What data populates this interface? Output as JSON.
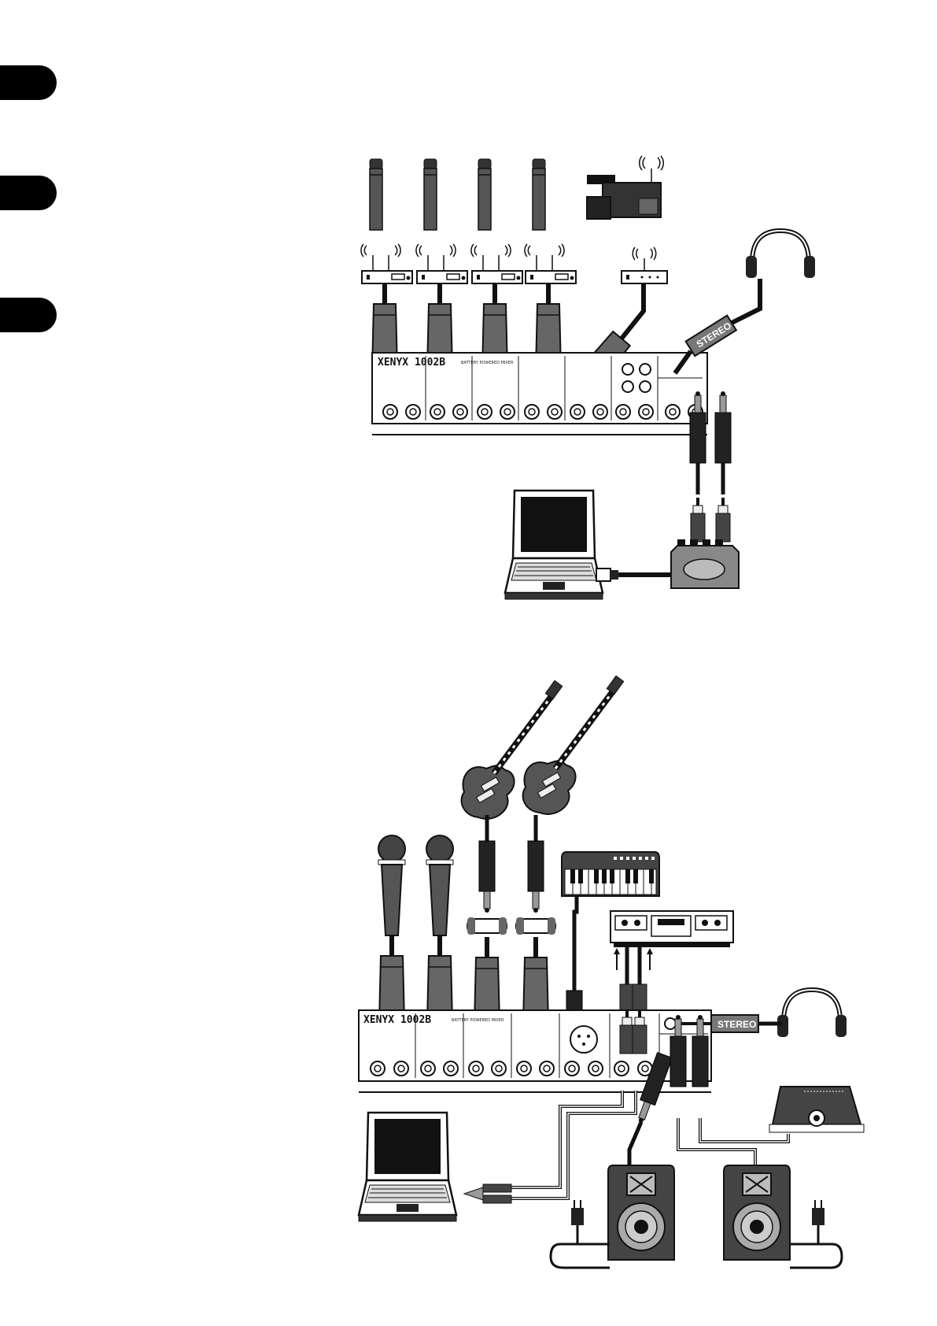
{
  "section_tabs": [
    {
      "id": "tab-1"
    },
    {
      "id": "tab-2"
    },
    {
      "id": "tab-3"
    }
  ],
  "diagrams": {
    "top": {
      "mixer_brand": "XENYX 1002B",
      "mixer_caption": "BATTERY POWERED MIXER",
      "headphone_plug_label": "STEREO"
    },
    "bottom": {
      "mixer_brand": "XENYX 1002B",
      "mixer_caption": "BATTERY POWERED MIXER",
      "headphone_plug_label": "STEREO"
    }
  }
}
